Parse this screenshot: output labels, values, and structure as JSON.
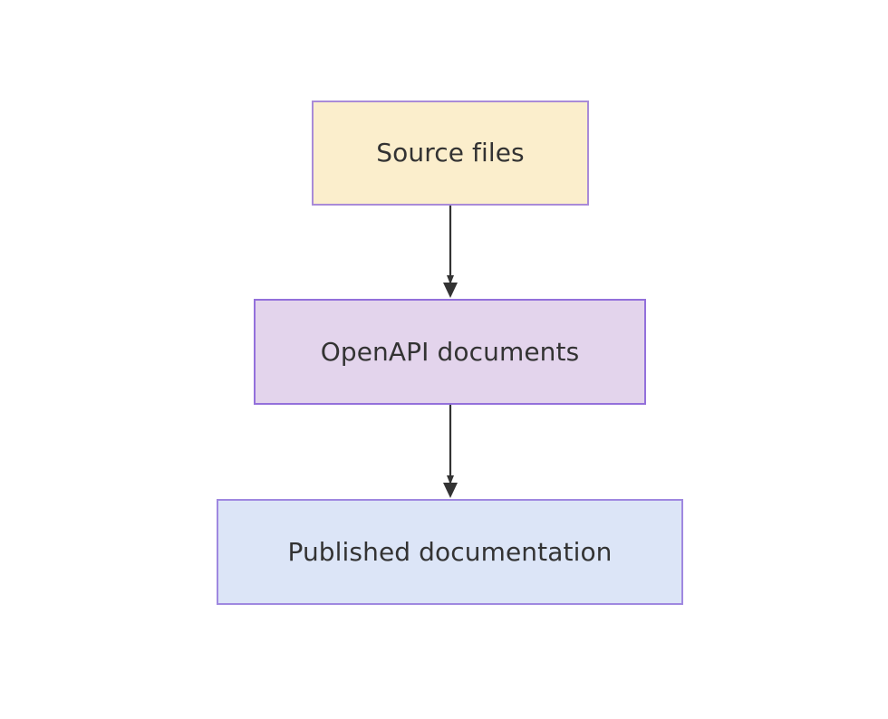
{
  "diagram": {
    "type": "flowchart",
    "direction": "top-to-bottom",
    "background_color": "#ffffff",
    "nodes": [
      {
        "id": "source-files",
        "label": "Source files",
        "fill_color": "#fbeecc",
        "border_color": "#a98bd8",
        "text_color": "#333333"
      },
      {
        "id": "openapi-documents",
        "label": "OpenAPI documents",
        "fill_color": "#e3d4ec",
        "border_color": "#9370db",
        "text_color": "#333333"
      },
      {
        "id": "published-documentation",
        "label": "Published documentation",
        "fill_color": "#dce5f7",
        "border_color": "#9f88e0",
        "text_color": "#333333"
      }
    ],
    "edges": [
      {
        "id": "edge-source-to-openapi",
        "from": "source-files",
        "to": "openapi-documents",
        "label": "",
        "color": "#333333",
        "arrowhead": "solid-triangle"
      },
      {
        "id": "edge-openapi-to-published",
        "from": "openapi-documents",
        "to": "published-documentation",
        "label": "",
        "color": "#333333",
        "arrowhead": "solid-triangle"
      }
    ]
  }
}
